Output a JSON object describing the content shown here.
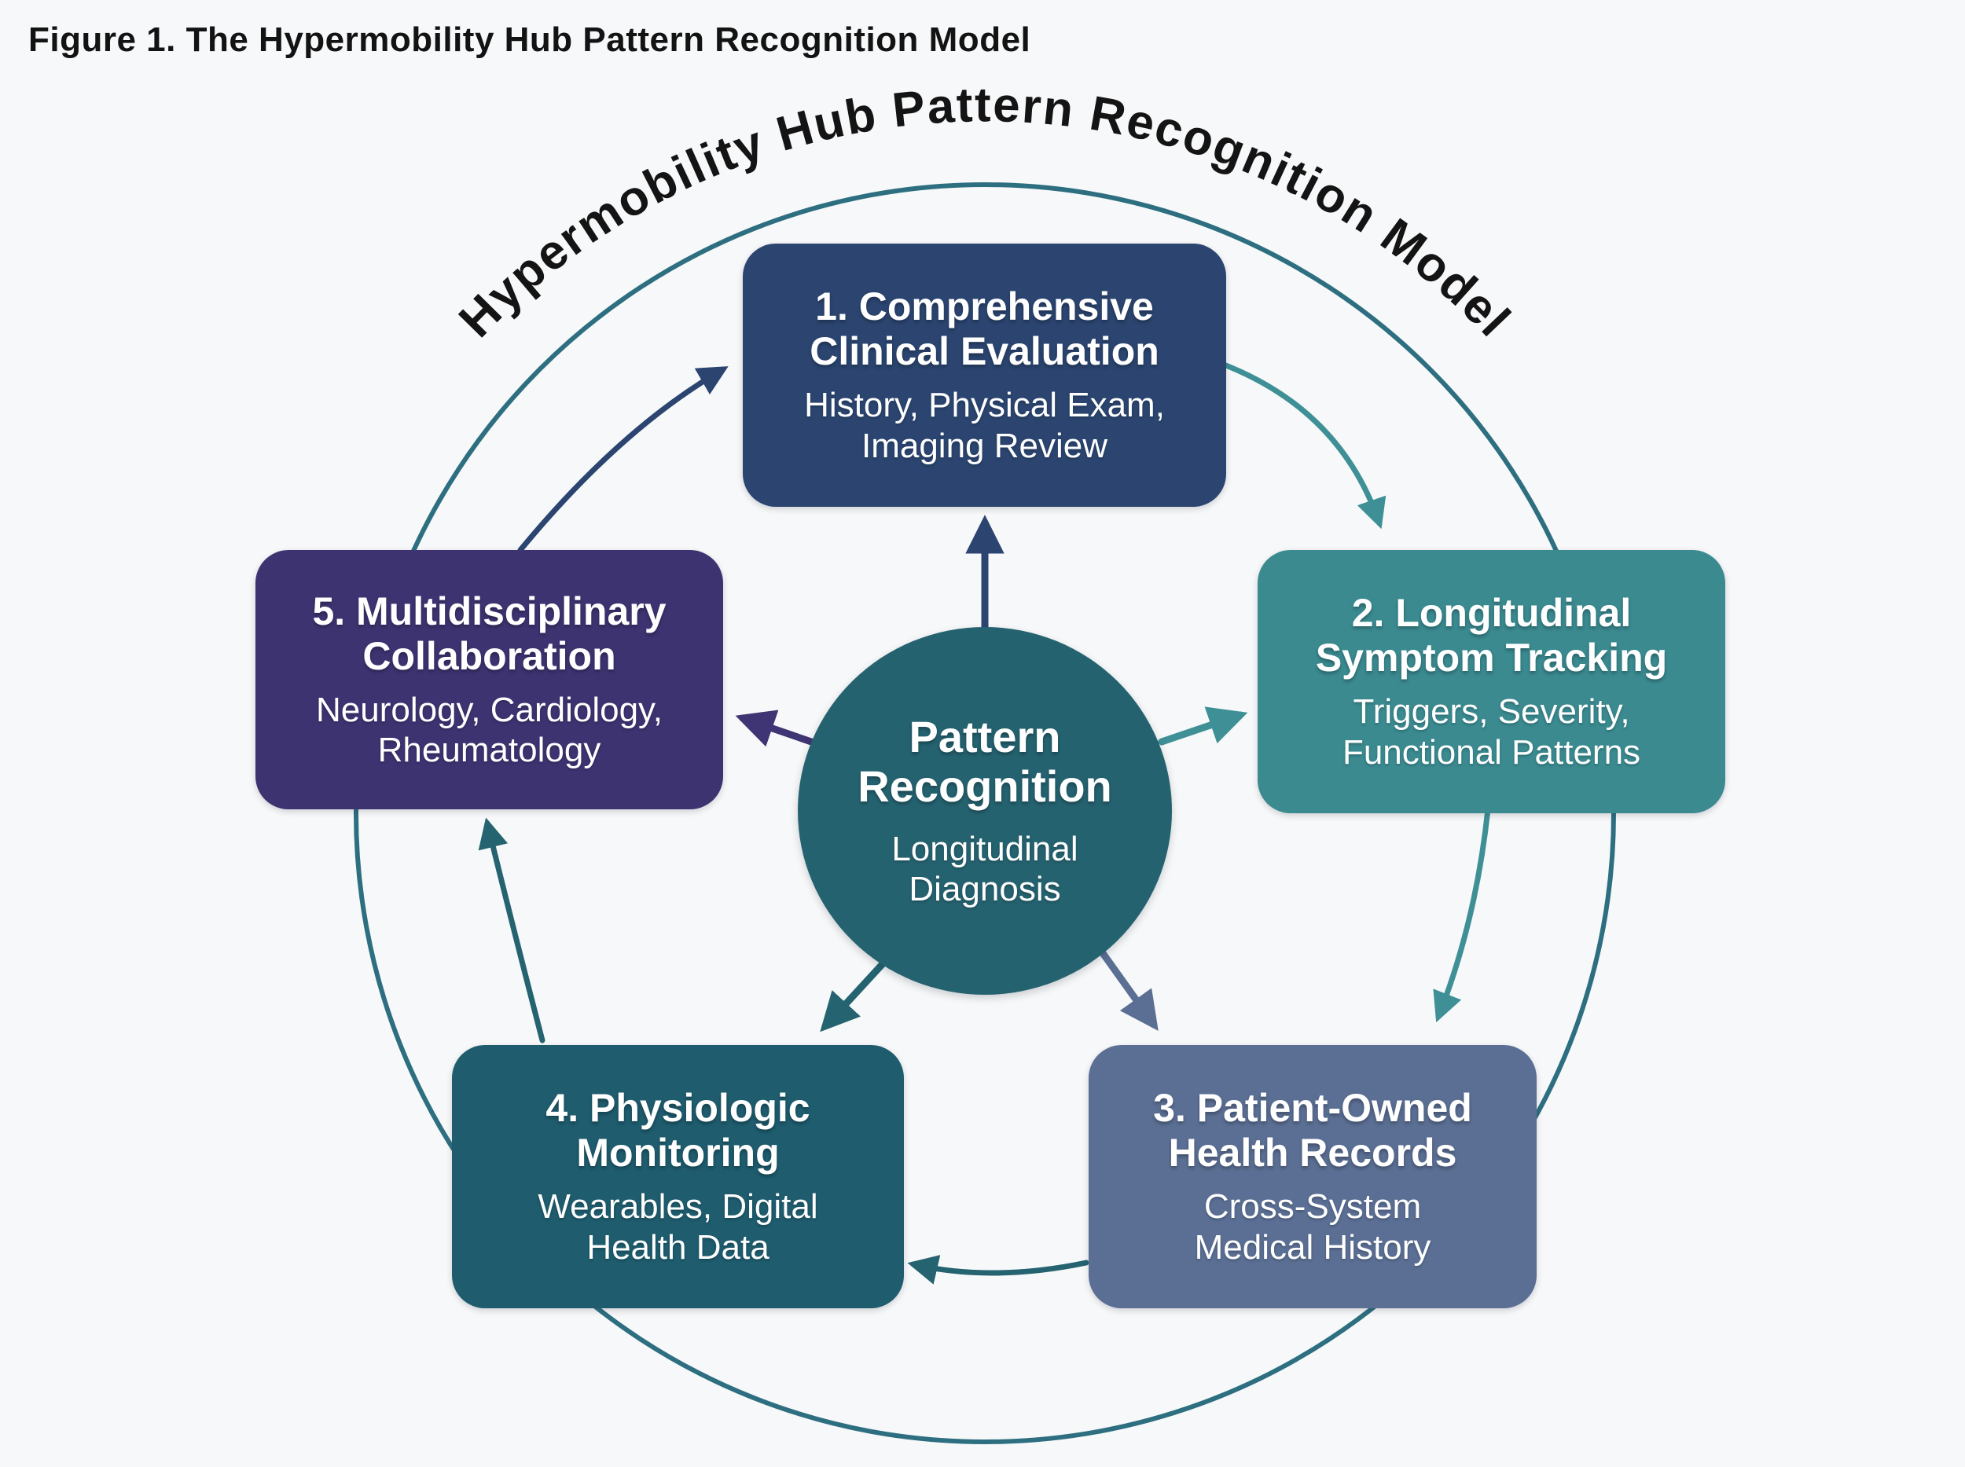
{
  "figure_title": "Figure 1. The Hypermobility Hub Pattern Recognition Model",
  "arc_title": "Hypermobility Hub Pattern Recognition Model",
  "hub": {
    "title": "Pattern Recognition",
    "subtitle": "Longitudinal Diagnosis",
    "color": "#256270"
  },
  "nodes": [
    {
      "title": "1. Comprehensive Clinical Evaluation",
      "subtitle": "History, Physical Exam, Imaging Review",
      "color": "#2b4570"
    },
    {
      "title": "2. Longitudinal Symptom Tracking",
      "subtitle": "Triggers, Severity, Functional Patterns",
      "color": "#3a8a90"
    },
    {
      "title": "3. Patient-Owned Health Records",
      "subtitle": "Cross-System Medical History",
      "color": "#5b6f94"
    },
    {
      "title": "4. Physiologic Monitoring",
      "subtitle": "Wearables, Digital Health Data",
      "color": "#1e5c6e"
    },
    {
      "title": "5. Multidisciplinary Collaboration",
      "subtitle": "Neurology, Cardiology, Rheumatology",
      "color": "#3d3371"
    }
  ],
  "colors": {
    "background": "#f7f8f9",
    "ring": "#2d6f80",
    "arrow_navy": "#2b4570",
    "arrow_teal": "#3f9096",
    "arrow_slate": "#5b6f94",
    "arrow_dark_teal": "#24636f",
    "arrow_purple": "#3f3474",
    "title_text": "#141414"
  }
}
